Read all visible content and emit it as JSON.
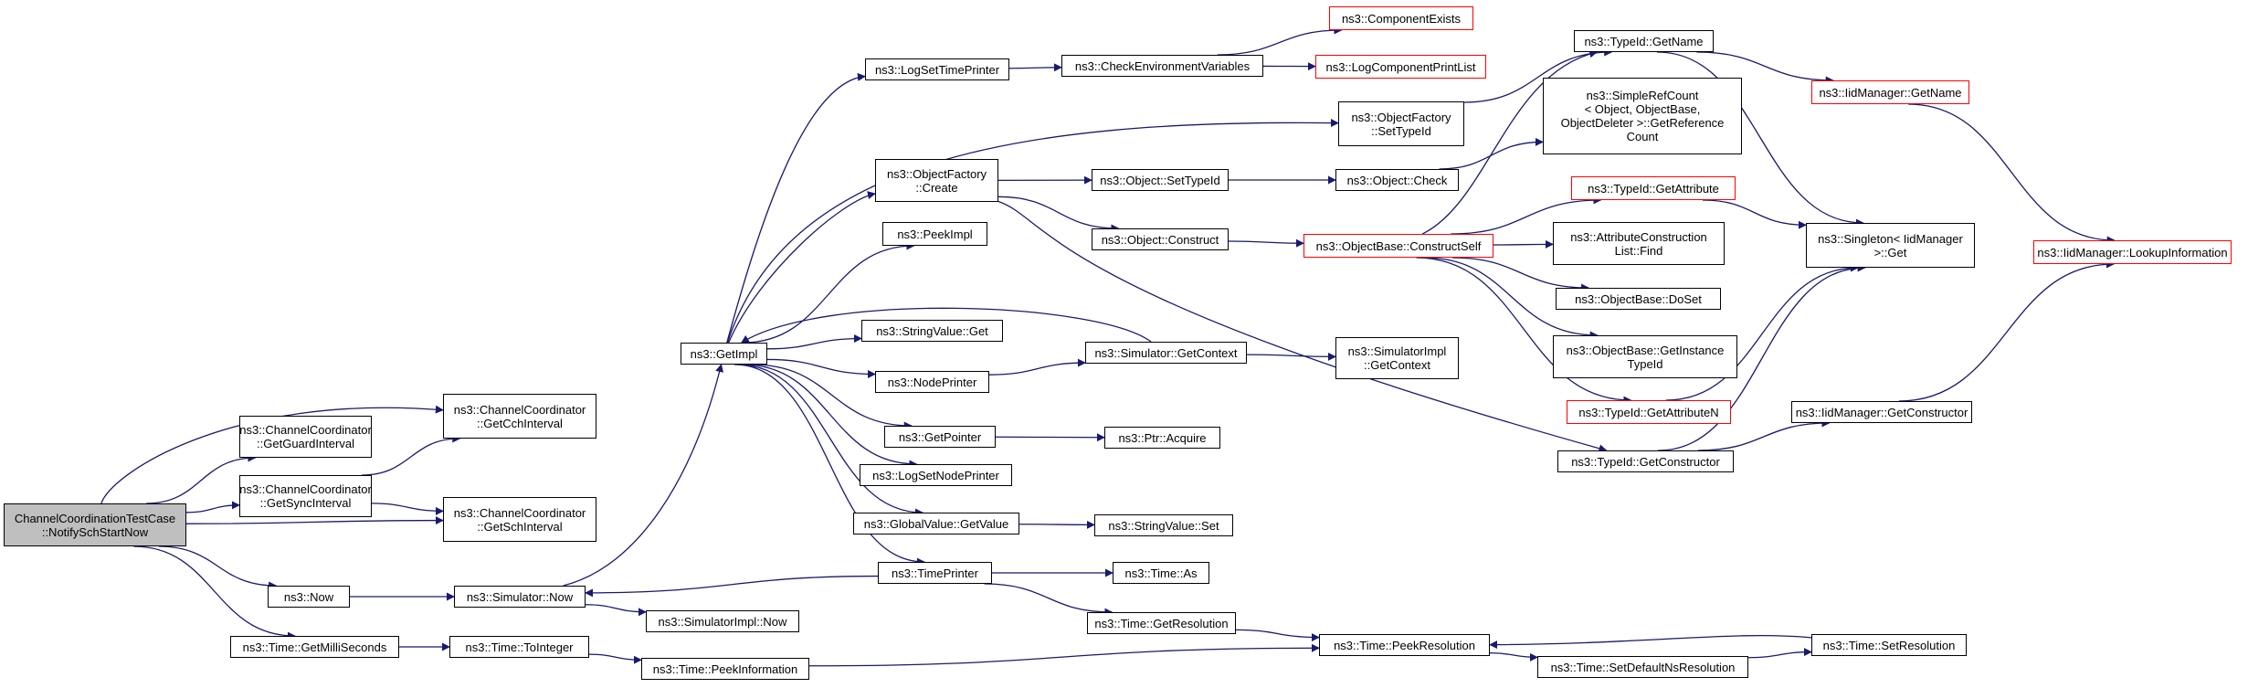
{
  "graph": {
    "colors": {
      "edge": "#191970",
      "node_border": "#000000",
      "truncated_border": "#ff0000",
      "root_fill": "#bfbfbf"
    },
    "nodes": [
      {
        "id": "root",
        "label": "ChannelCoordinationTestCase\n::NotifySchStartNow",
        "style": "root"
      },
      {
        "id": "gcch",
        "label": "ns3::ChannelCoordinator\n::GetCchInterval",
        "style": "normal"
      },
      {
        "id": "ggi",
        "label": "ns3::ChannelCoordinator\n::GetGuardInterval",
        "style": "normal"
      },
      {
        "id": "gsi",
        "label": "ns3::ChannelCoordinator\n::GetSyncInterval",
        "style": "normal"
      },
      {
        "id": "gsch",
        "label": "ns3::ChannelCoordinator\n::GetSchInterval",
        "style": "normal"
      },
      {
        "id": "now",
        "label": "ns3::Now",
        "style": "normal"
      },
      {
        "id": "simnow",
        "label": "ns3::Simulator::Now",
        "style": "normal"
      },
      {
        "id": "simimplnow",
        "label": "ns3::SimulatorImpl::Now",
        "style": "normal"
      },
      {
        "id": "getms",
        "label": "ns3::Time::GetMilliSeconds",
        "style": "normal"
      },
      {
        "id": "toint",
        "label": "ns3::Time::ToInteger",
        "style": "normal"
      },
      {
        "id": "peekinfo",
        "label": "ns3::Time::PeekInformation",
        "style": "normal"
      },
      {
        "id": "getimpl",
        "label": "ns3::GetImpl",
        "style": "normal"
      },
      {
        "id": "logsettp",
        "label": "ns3::LogSetTimePrinter",
        "style": "normal"
      },
      {
        "id": "checkenv",
        "label": "ns3::CheckEnvironmentVariables",
        "style": "normal"
      },
      {
        "id": "compex",
        "label": "ns3::ComponentExists",
        "style": "red"
      },
      {
        "id": "logcpl",
        "label": "ns3::LogComponentPrintList",
        "style": "red"
      },
      {
        "id": "ofcreate",
        "label": "ns3::ObjectFactory\n::Create",
        "style": "normal"
      },
      {
        "id": "ofsettid",
        "label": "ns3::ObjectFactory\n::SetTypeId",
        "style": "normal"
      },
      {
        "id": "objsettid",
        "label": "ns3::Object::SetTypeId",
        "style": "normal"
      },
      {
        "id": "objcheck",
        "label": "ns3::Object::Check",
        "style": "normal"
      },
      {
        "id": "simplerc",
        "label": "ns3::SimpleRefCount\n< Object, ObjectBase,\n ObjectDeleter >::GetReference\nCount",
        "style": "normal"
      },
      {
        "id": "objcons",
        "label": "ns3::Object::Construct",
        "style": "normal"
      },
      {
        "id": "obconsself",
        "label": "ns3::ObjectBase::ConstructSelf",
        "style": "red"
      },
      {
        "id": "tidgetname",
        "label": "ns3::TypeId::GetName",
        "style": "normal"
      },
      {
        "id": "iidgetname",
        "label": "ns3::IidManager::GetName",
        "style": "red"
      },
      {
        "id": "tidgetattr",
        "label": "ns3::TypeId::GetAttribute",
        "style": "red"
      },
      {
        "id": "acfind",
        "label": "ns3::AttributeConstruction\nList::Find",
        "style": "normal"
      },
      {
        "id": "obdoset",
        "label": "ns3::ObjectBase::DoSet",
        "style": "normal"
      },
      {
        "id": "obgetinst",
        "label": "ns3::ObjectBase::GetInstance\nTypeId",
        "style": "normal"
      },
      {
        "id": "tidgetattrn",
        "label": "ns3::TypeId::GetAttributeN",
        "style": "red"
      },
      {
        "id": "tidgetcons",
        "label": "ns3::TypeId::GetConstructor",
        "style": "normal"
      },
      {
        "id": "singleton",
        "label": "ns3::Singleton< IidManager\n >::Get",
        "style": "normal"
      },
      {
        "id": "iidlookup",
        "label": "ns3::IidManager::LookupInformation",
        "style": "red"
      },
      {
        "id": "iidgetcons",
        "label": "ns3::IidManager::GetConstructor",
        "style": "normal"
      },
      {
        "id": "peekimpl",
        "label": "ns3::PeekImpl",
        "style": "normal"
      },
      {
        "id": "strvalget",
        "label": "ns3::StringValue::Get",
        "style": "normal"
      },
      {
        "id": "nodeprinter",
        "label": "ns3::NodePrinter",
        "style": "normal"
      },
      {
        "id": "simgetctx",
        "label": "ns3::Simulator::GetContext",
        "style": "normal"
      },
      {
        "id": "simimplgetctx",
        "label": "ns3::SimulatorImpl\n::GetContext",
        "style": "normal"
      },
      {
        "id": "getpointer",
        "label": "ns3::GetPointer",
        "style": "normal"
      },
      {
        "id": "ptracq",
        "label": "ns3::Ptr::Acquire",
        "style": "normal"
      },
      {
        "id": "logsetnp",
        "label": "ns3::LogSetNodePrinter",
        "style": "normal"
      },
      {
        "id": "gvgetvalue",
        "label": "ns3::GlobalValue::GetValue",
        "style": "normal"
      },
      {
        "id": "strvalset",
        "label": "ns3::StringValue::Set",
        "style": "normal"
      },
      {
        "id": "timeprinter",
        "label": "ns3::TimePrinter",
        "style": "normal"
      },
      {
        "id": "timeas",
        "label": "ns3::Time::As",
        "style": "normal"
      },
      {
        "id": "timegetres",
        "label": "ns3::Time::GetResolution",
        "style": "normal"
      },
      {
        "id": "peekres",
        "label": "ns3::Time::PeekResolution",
        "style": "normal"
      },
      {
        "id": "setdefns",
        "label": "ns3::Time::SetDefaultNsResolution",
        "style": "normal"
      },
      {
        "id": "setres",
        "label": "ns3::Time::SetResolution",
        "style": "normal"
      }
    ],
    "edges": [
      [
        "root",
        "gcch"
      ],
      [
        "root",
        "ggi"
      ],
      [
        "root",
        "gsi"
      ],
      [
        "root",
        "gsch"
      ],
      [
        "root",
        "now"
      ],
      [
        "root",
        "getms"
      ],
      [
        "gsi",
        "gcch"
      ],
      [
        "gsi",
        "gsch"
      ],
      [
        "now",
        "simnow"
      ],
      [
        "simnow",
        "simimplnow"
      ],
      [
        "simnow",
        "getimpl"
      ],
      [
        "getms",
        "toint"
      ],
      [
        "toint",
        "peekinfo"
      ],
      [
        "peekinfo",
        "peekres"
      ],
      [
        "getimpl",
        "logsettp"
      ],
      [
        "getimpl",
        "ofsettid"
      ],
      [
        "getimpl",
        "ofcreate"
      ],
      [
        "getimpl",
        "peekimpl"
      ],
      [
        "getimpl",
        "strvalget"
      ],
      [
        "getimpl",
        "nodeprinter"
      ],
      [
        "getimpl",
        "getpointer"
      ],
      [
        "getimpl",
        "logsetnp"
      ],
      [
        "getimpl",
        "gvgetvalue"
      ],
      [
        "getimpl",
        "timeprinter"
      ],
      [
        "logsettp",
        "checkenv"
      ],
      [
        "checkenv",
        "compex"
      ],
      [
        "checkenv",
        "logcpl"
      ],
      [
        "ofsettid",
        "tidgetname"
      ],
      [
        "ofcreate",
        "objsettid"
      ],
      [
        "ofcreate",
        "objcons"
      ],
      [
        "ofcreate",
        "tidgetcons"
      ],
      [
        "objsettid",
        "objcheck"
      ],
      [
        "objcheck",
        "simplerc"
      ],
      [
        "objcons",
        "obconsself"
      ],
      [
        "obconsself",
        "tidgetname"
      ],
      [
        "obconsself",
        "tidgetattr"
      ],
      [
        "obconsself",
        "acfind"
      ],
      [
        "obconsself",
        "obdoset"
      ],
      [
        "obconsself",
        "obgetinst"
      ],
      [
        "obconsself",
        "tidgetattrn"
      ],
      [
        "tidgetname",
        "iidgetname"
      ],
      [
        "tidgetname",
        "singleton"
      ],
      [
        "iidgetname",
        "iidlookup"
      ],
      [
        "tidgetattr",
        "singleton"
      ],
      [
        "tidgetattrn",
        "singleton"
      ],
      [
        "tidgetcons",
        "singleton"
      ],
      [
        "tidgetcons",
        "iidgetcons"
      ],
      [
        "iidgetcons",
        "iidlookup"
      ],
      [
        "nodeprinter",
        "simgetctx"
      ],
      [
        "simgetctx",
        "getimpl"
      ],
      [
        "simgetctx",
        "simimplgetctx"
      ],
      [
        "getpointer",
        "ptracq"
      ],
      [
        "gvgetvalue",
        "strvalset"
      ],
      [
        "timeprinter",
        "simnow"
      ],
      [
        "timeprinter",
        "timeas"
      ],
      [
        "timeprinter",
        "timegetres"
      ],
      [
        "timegetres",
        "peekres"
      ],
      [
        "peekres",
        "setdefns"
      ],
      [
        "setdefns",
        "setres"
      ],
      [
        "setres",
        "peekres"
      ]
    ]
  }
}
